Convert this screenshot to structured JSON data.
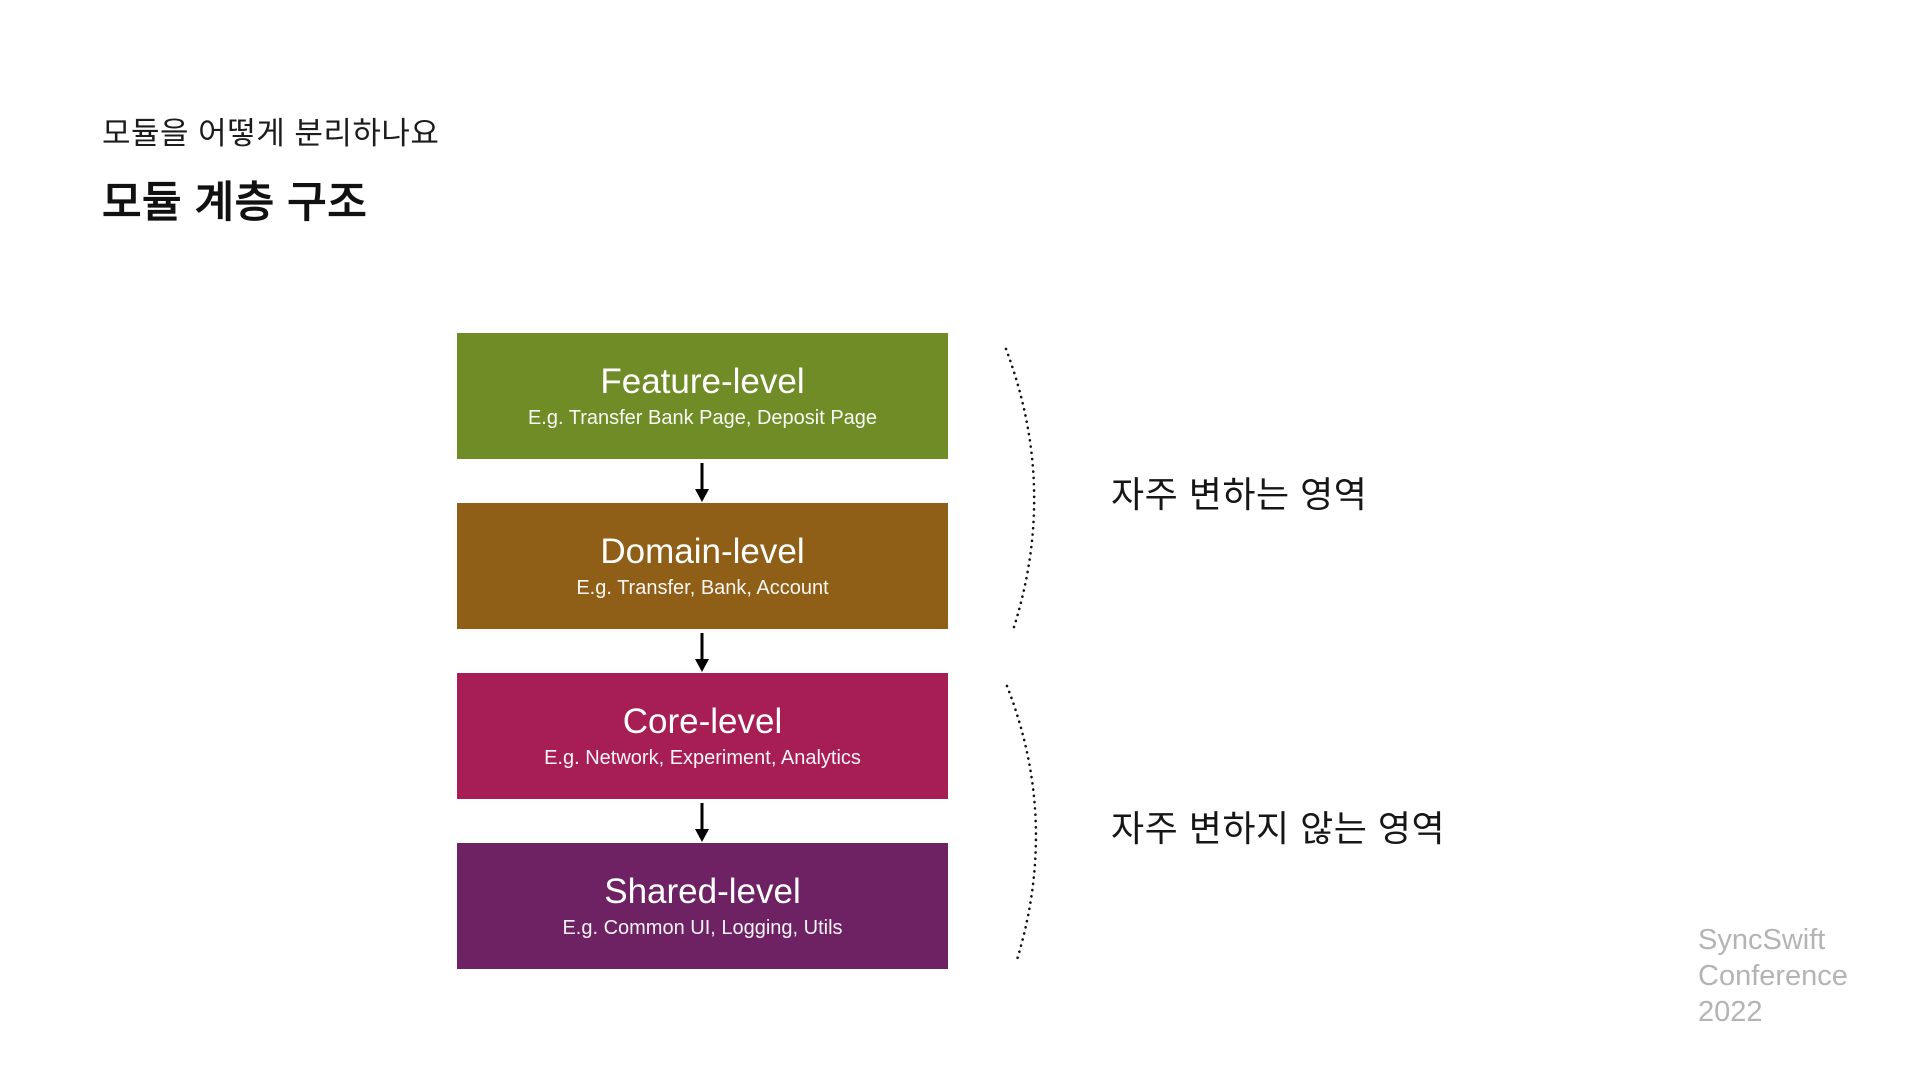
{
  "slide": {
    "subtitle": "모듈을 어떻게 분리하나요",
    "title": "모듈 계층 구조"
  },
  "diagram": {
    "boxes": [
      {
        "title": "Feature-level",
        "subtitle": "E.g. Transfer Bank Page, Deposit Page",
        "color": "#6f8c27"
      },
      {
        "title": "Domain-level",
        "subtitle": "E.g. Transfer, Bank, Account",
        "color": "#8f5e17"
      },
      {
        "title": "Core-level",
        "subtitle": "E.g. Network, Experiment, Analytics",
        "color": "#a61e54"
      },
      {
        "title": "Shared-level",
        "subtitle": "E.g. Common UI, Logging, Utils",
        "color": "#6e2264"
      }
    ],
    "annotations": [
      {
        "label": "자주 변하는 영역"
      },
      {
        "label": "자주 변하지 않는 영역"
      }
    ],
    "arrow_color": "#000000",
    "brace_color": "#111111"
  },
  "footer": {
    "line1": "SyncSwift",
    "line2": "Conference",
    "line3": "2022"
  }
}
